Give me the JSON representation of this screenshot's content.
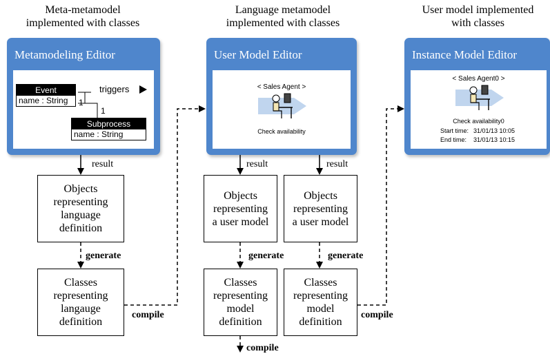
{
  "columns": [
    {
      "heading": "Meta-metamodel\nimplemented with classes",
      "editor_title": "Metamodeling Editor",
      "result_label": "result",
      "objects_box": "Objects\nrepresenting\nlanguage\ndefinition",
      "generate_label": "generate",
      "classes_box": "Classes\nrepresenting\nlangauge\ndefinition",
      "compile_label": "compile"
    },
    {
      "heading": "Language metamodel\nimplemented with classes",
      "editor_title": "User Model Editor",
      "result_label": "result",
      "objects_box": "Objects\nrepresenting\na user model",
      "generate_label": "generate",
      "classes_box": "Classes\nrepresenting\nmodel\ndefinition",
      "compile_label": "compile"
    },
    {
      "heading": "User model implemented\nwith classes",
      "editor_title": "Instance Model Editor"
    }
  ],
  "second_branch": {
    "result_label": "result",
    "objects_box": "Objects\nrepresenting\na user model",
    "generate_label": "generate",
    "classes_box": "Classes\nrepresenting\nmodel\ndefinition",
    "compile_label": "compile"
  },
  "metamodel_diagram": {
    "event_class": "Event",
    "event_attr": "name : String",
    "subprocess_class": "Subprocess",
    "subprocess_attr": "name : String",
    "association": "triggers",
    "mult_source": "1",
    "mult_target": "1"
  },
  "user_model_diagram": {
    "agent_label": "< Sales Agent >",
    "task_label": "Check availability"
  },
  "instance_model_diagram": {
    "agent_label": "< Sales Agent0 >",
    "task_label": "Check availability0",
    "start_label": "Start time:",
    "start_value": "31/01/13 10:05",
    "end_label": "End time:",
    "end_value": "31/01/13 10:15"
  },
  "colors": {
    "editor_frame": "#4f86cc",
    "agent_figure": "#c0d5ee"
  }
}
